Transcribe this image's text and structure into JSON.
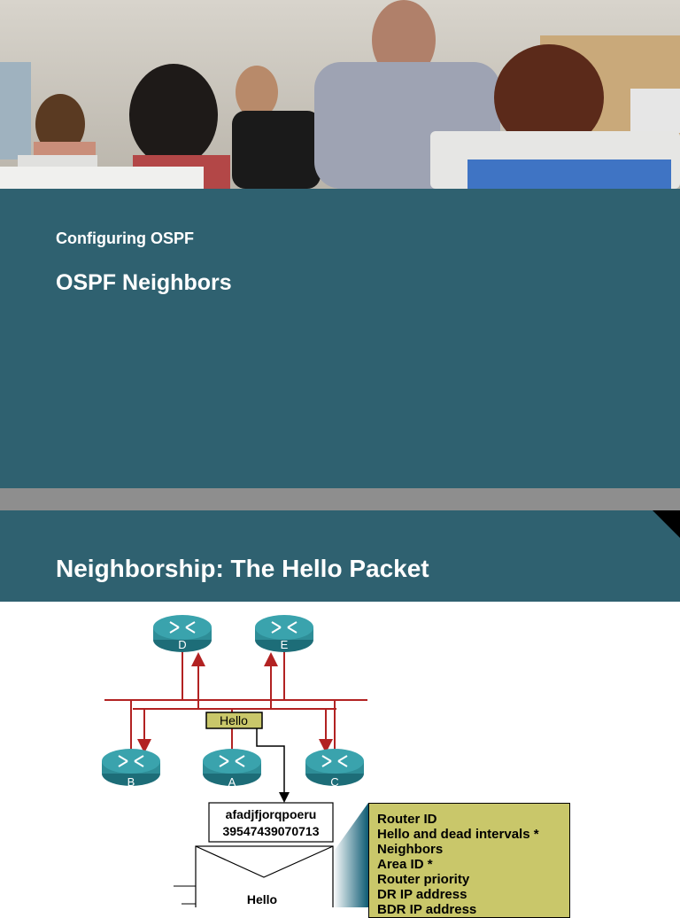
{
  "slide1": {
    "kicker": "Configuring OSPF",
    "title": "OSPF Neighbors"
  },
  "slide2": {
    "title": "Neighborship: The Hello Packet",
    "routers": [
      "D",
      "E",
      "B",
      "A",
      "C"
    ],
    "hello_label": "Hello",
    "packet_header": [
      "afadjfjorqpoeru",
      "39547439070713"
    ],
    "packet_label": "Hello",
    "fields": [
      "Router ID",
      "Hello and dead intervals *",
      "Neighbors",
      "Area ID *",
      "Router priority",
      "DR IP address",
      "BDR IP address"
    ]
  },
  "colors": {
    "slide_bg": "#2f6170",
    "gap": "#8e8e8e",
    "router": "#2e8d97",
    "link": "#b22222",
    "hello_box": "#c9c76a"
  }
}
